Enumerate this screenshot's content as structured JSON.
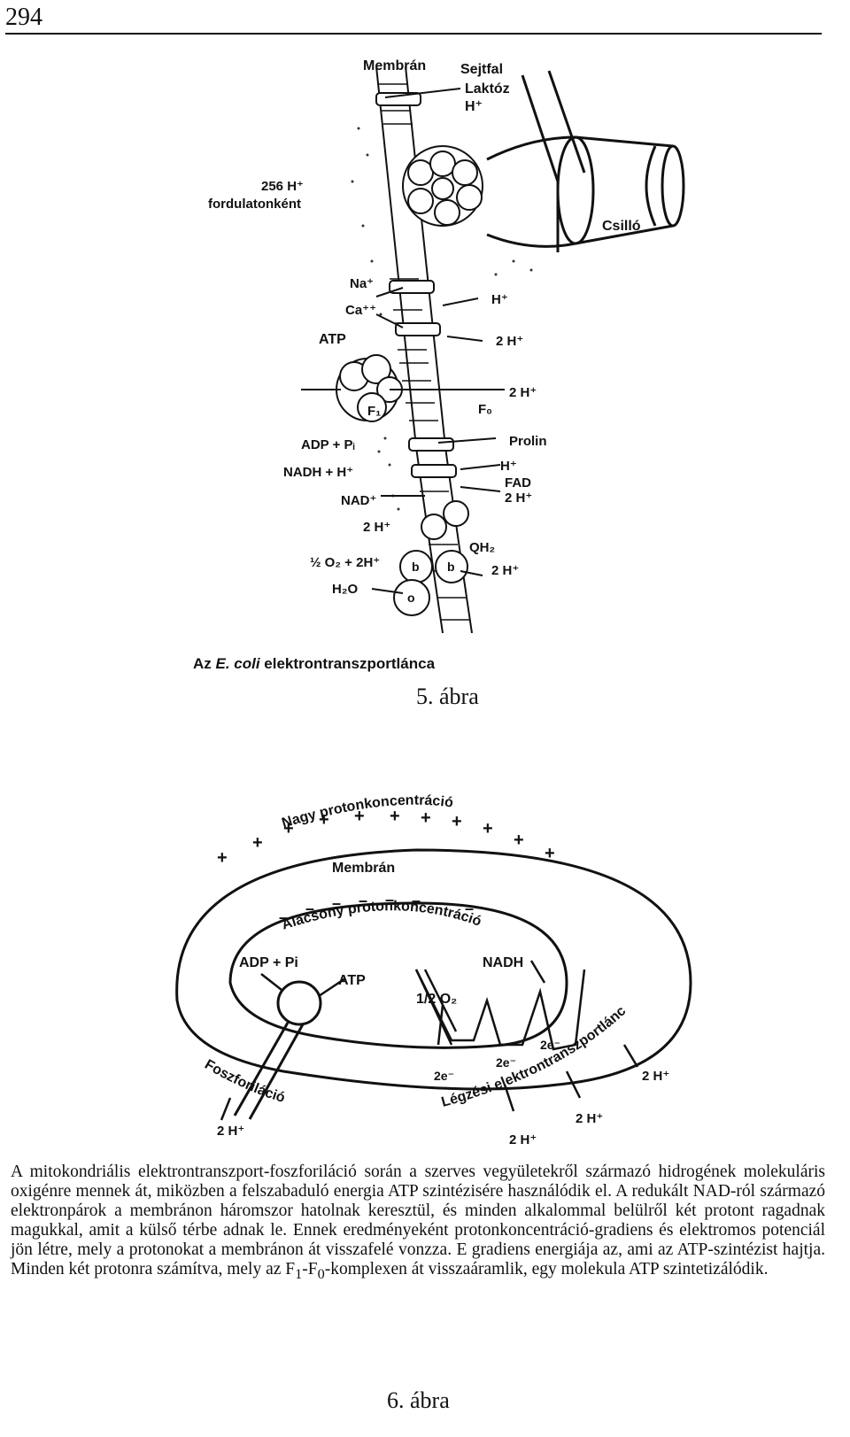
{
  "page": {
    "number": "294"
  },
  "figure1": {
    "caption_prefix": "Az ",
    "caption_italic": "E. coli",
    "caption_suffix": " elektrontranszportlánca",
    "number_label": "5. ábra",
    "labels": {
      "membran": "Membrán",
      "sejtfal": "Sejtfal",
      "laktoz": "Laktóz",
      "h1": "H⁺",
      "turnover_a": "256 H⁺",
      "turnover_b": "fordulatonként",
      "csillo": "Csilló",
      "na": "Na⁺",
      "h2": "H⁺",
      "ca": "Ca⁺⁺",
      "h3": "2 H⁺",
      "atp": "ATP",
      "h4": "2 H⁺",
      "f1": "F₁",
      "f0": "F₀",
      "adp": "ADP + Pᵢ",
      "prolin": "Prolin",
      "nadh": "NADH + H⁺",
      "h5": "H⁺",
      "fad": "FAD",
      "nad": "NAD⁺",
      "h6": "2 H⁺",
      "h7": "2 H⁺",
      "qh2": "QH₂",
      "o2": "½ O₂ + 2H⁺",
      "h8": "2 H⁺",
      "h2o": "H₂O",
      "b1": "b",
      "b2": "b",
      "o": "o"
    }
  },
  "figure2": {
    "number_label": "6. ábra",
    "labels": {
      "high": "Nagy protonkoncentráció",
      "membran": "Membrán",
      "low": "Alacsony protonkoncentráció",
      "adp": "ADP + Pi",
      "atp": "ATP",
      "nadh": "NADH",
      "o2": "1/2 O₂",
      "chain": "Légzési elektrontranszportlánc",
      "foszf": "Foszforiláció",
      "e1": "2e⁻",
      "e2": "2e⁻",
      "e3": "2e⁻",
      "h_a": "2 H⁺",
      "h_b": "2 H⁺",
      "h_c": "2 H⁺",
      "h_d": "2 H⁺",
      "plus": "+",
      "minus": "–"
    }
  },
  "body_text": {
    "p1": "A mitokondriális elektrontranszport-foszforiláció során a szerves vegyületekről származó hidrogének molekuláris oxigénre mennek át, miközben a felszabaduló energia ATP szintézisére használódik el. A redukált NAD-ról származó elektronpárok a membránon háromszor hatolnak keresztül, és minden alkalommal belülről két protont ragadnak magukkal, amit a külső térbe adnak le. Ennek eredményeként protonkoncentráció-gradiens és elektromos potenciál jön létre, mely a protonokat a membránon át visszafelé vonzza. E gradiens energiája az, ami az ATP-szintézist hajtja. Minden két protonra számítva, mely az F",
    "sub1": "1",
    "mid": "-F",
    "sub0": "0",
    "p2": "-komplexen át visszaáramlik, egy molekula ATP szintetizálódik."
  }
}
